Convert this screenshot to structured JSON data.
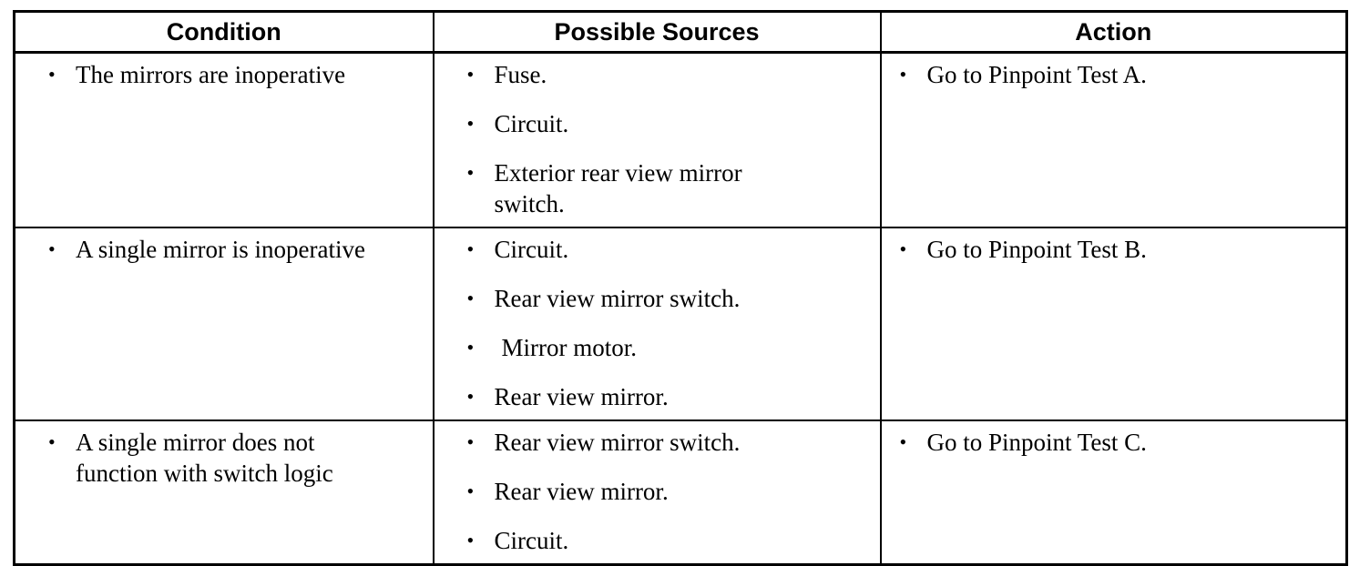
{
  "headers": {
    "condition": "Condition",
    "sources": "Possible Sources",
    "action": "Action"
  },
  "rows": [
    {
      "condition": "The mirrors are inoperative",
      "sources": [
        "Fuse.",
        "Circuit.",
        "Exterior  rear view mirror switch."
      ],
      "action": "Go to Pinpoint Test A."
    },
    {
      "condition": "A single mirror is inoperative",
      "sources": [
        "Circuit.",
        "Rear view mirror switch.",
        "Mirror motor.",
        "Rear view mirror."
      ],
      "action": "Go to Pinpoint Test B."
    },
    {
      "condition": "A single mirror does not function with switch logic",
      "sources": [
        "Rear view mirror switch.",
        "Rear view mirror.",
        "Circuit."
      ],
      "action": "Go to Pinpoint Test C."
    }
  ]
}
